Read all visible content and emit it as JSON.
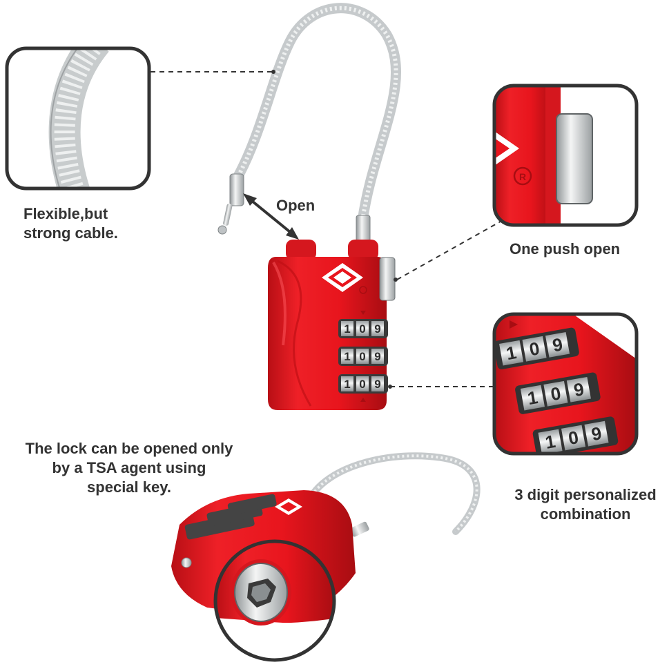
{
  "colors": {
    "lock_red": "#e8151d",
    "lock_dark_red": "#a80d12",
    "cable_silver": "#d7dadb",
    "frame_dark": "#333333",
    "text": "#333333"
  },
  "labels": {
    "open": "Open",
    "cable": [
      "Flexible,but",
      "strong cable."
    ],
    "push": "One push open",
    "combination": [
      "3 digit personalized",
      "combination"
    ],
    "tsa": [
      "The lock can be opened only",
      "by a TSA agent using",
      "special key."
    ]
  },
  "dials": {
    "digits": [
      "1",
      "0",
      "9"
    ],
    "rows": 3
  },
  "icons": [
    "tsa-diamond-logo-icon",
    "registered-mark-icon",
    "keyhole-icon"
  ]
}
